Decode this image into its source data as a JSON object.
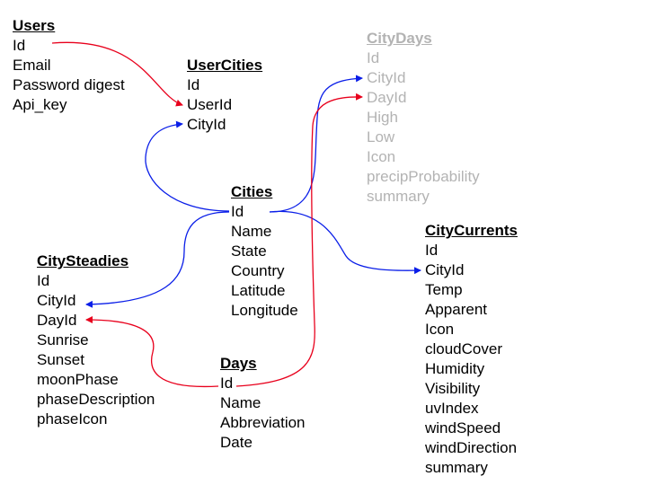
{
  "colors": {
    "red_link": "#e8001c",
    "blue_link": "#0a1ee8",
    "faded_text": "#b3b3b3"
  },
  "entities": {
    "users": {
      "title": "Users",
      "fields": [
        "Id",
        "Email",
        "Password digest",
        "Api_key"
      ]
    },
    "usercities": {
      "title": "UserCities",
      "fields": [
        "Id",
        "UserId",
        "CityId"
      ]
    },
    "citydays": {
      "title": "CityDays",
      "fields": [
        "Id",
        "CityId",
        "DayId",
        "High",
        "Low",
        "Icon",
        "precipProbability",
        "summary"
      ]
    },
    "cities": {
      "title": "Cities",
      "fields": [
        "Id",
        "Name",
        "State",
        "Country",
        "Latitude",
        "Longitude"
      ]
    },
    "citycurrents": {
      "title": "CityCurrents",
      "fields": [
        "Id",
        "CityId",
        "Temp",
        "Apparent",
        "Icon",
        "cloudCover",
        "Humidity",
        "Visibility",
        "uvIndex",
        "windSpeed",
        "windDirection",
        "summary"
      ]
    },
    "citysteadies": {
      "title": "CitySteadies",
      "fields": [
        "Id",
        "CityId",
        "DayId",
        "Sunrise",
        "Sunset",
        "moonPhase",
        "phaseDescription",
        "phaseIcon"
      ]
    },
    "days": {
      "title": "Days",
      "fields": [
        "Id",
        "Name",
        "Abbreviation",
        "Date"
      ]
    }
  }
}
